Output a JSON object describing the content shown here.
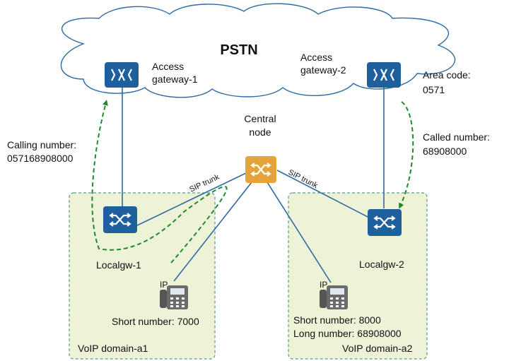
{
  "cloud": {
    "label": "PSTN"
  },
  "nodes": {
    "access_gw_1": {
      "label_line1": "Access",
      "label_line2": "gateway-1"
    },
    "access_gw_2": {
      "label_line1": "Access",
      "label_line2": "gateway-2"
    },
    "central": {
      "label_line1": "Central",
      "label_line2": "node"
    },
    "localgw_1": {
      "label": "Localgw-1"
    },
    "localgw_2": {
      "label": "Localgw-2"
    }
  },
  "annotations": {
    "area_code": {
      "line1": "Area code:",
      "line2": "0571"
    },
    "calling_number": {
      "line1": "Calling number:",
      "line2": "057168908000"
    },
    "called_number": {
      "line1": "Called number:",
      "line2": "68908000"
    }
  },
  "links": {
    "sip_trunk_1": "SIP trunk",
    "sip_trunk_2": "SIP trunk"
  },
  "phones": {
    "phone_1": {
      "icon_text": "IP",
      "line1": "Short number: 7000"
    },
    "phone_2": {
      "icon_text": "IP",
      "line1": "Short number: 8000",
      "line2": "Long number: 68908000"
    }
  },
  "domains": {
    "a1": "VoIP domain-a1",
    "a2": "VoIP domain-a2"
  },
  "colors": {
    "gateway_blue": "#1e5f9e",
    "central_orange": "#e5a33b",
    "link_blue": "#2e6aa3",
    "dashed_green": "#1f8a2e",
    "domain_fill": "#eef3d7",
    "domain_border": "#5a9a8a"
  }
}
